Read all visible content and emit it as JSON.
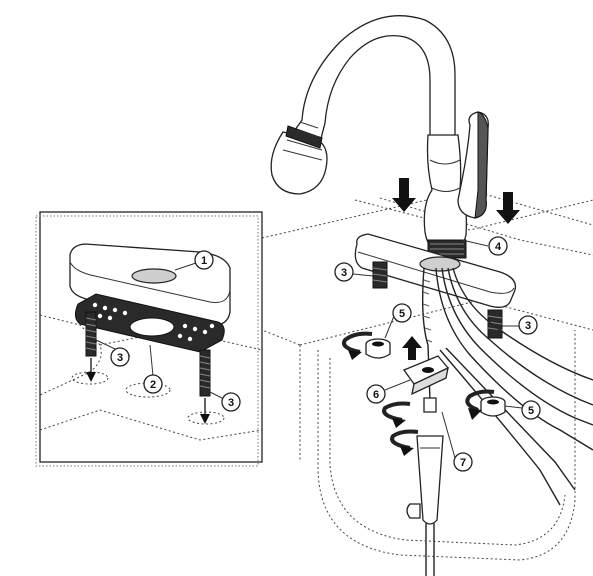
{
  "callouts": {
    "c1": "1",
    "c2": "2",
    "c3a": "3",
    "c3b": "3",
    "c3c": "3",
    "c3d": "3",
    "c4": "4",
    "c5a": "5",
    "c5b": "5",
    "c6": "6",
    "c7": "7"
  },
  "colors": {
    "ink": "#222222",
    "shade": "#2a2a2a",
    "paper": "#ffffff"
  }
}
